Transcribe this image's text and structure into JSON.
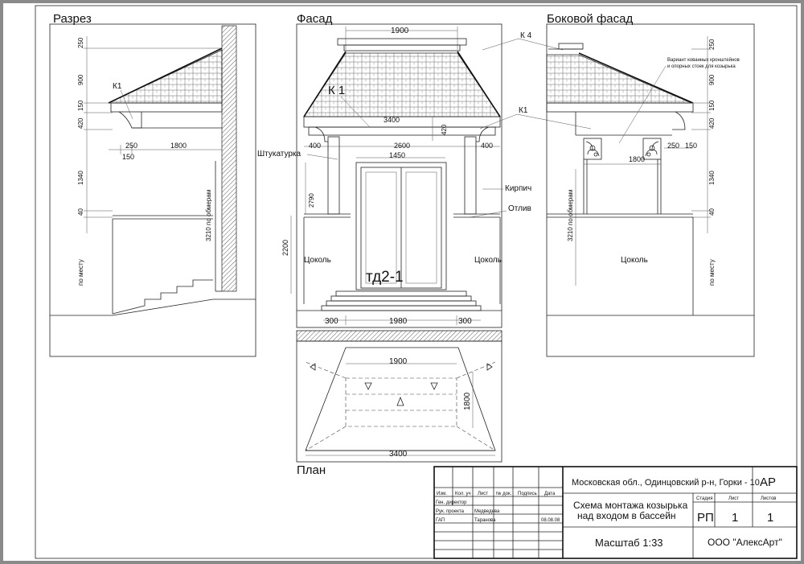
{
  "views": {
    "section_title": "Разрез",
    "facade_title": "Фасад",
    "side_title": "Боковой фасад",
    "plan_title": "План"
  },
  "labels": {
    "k1_section": "К1",
    "k1_facade": "К 1",
    "k1_leader": "К1",
    "k4": "К 4",
    "plaster": "Штукатурка",
    "brick": "Кирпич",
    "drip": "Отлив",
    "plinth": "Цоколь",
    "door_mark": "тд2-1",
    "side_note_1": "Вариант кованных кронштейнов",
    "side_note_2": "и опорных стоек для козырька",
    "by_place": "по месту",
    "by_measure": "3210 по обмерам"
  },
  "dimensions": {
    "section": {
      "h": [
        "250",
        "900",
        "150",
        "420",
        "1340",
        "40"
      ],
      "w": [
        "250",
        "1800"
      ],
      "w2": "150"
    },
    "facade": {
      "top": "1900",
      "roof_base": "3400",
      "v_420": "420",
      "row": [
        "400",
        "2600",
        "400"
      ],
      "door_w": "1450",
      "opening_h": "2790",
      "wall_h": "2200",
      "bottom": [
        "300",
        "1980",
        "300"
      ]
    },
    "side": {
      "h": [
        "250",
        "900",
        "150",
        "420",
        "1340",
        "40"
      ],
      "w": [
        "250",
        "150"
      ],
      "bracket_w": "1800"
    },
    "plan": {
      "top": "1900",
      "depth": "1800",
      "bottom": "3400"
    }
  },
  "title_block": {
    "address": "Московская обл., Одинцовский р-н, Горки - 10",
    "sheet_code": "АР",
    "title_line1": "Схема монтажа козырька",
    "title_line2": "над входом в бассейн",
    "scale": "Масштаб 1:33",
    "company": "ООО \"АлексАрт\"",
    "stage_hdr": "Стадия",
    "sheet_hdr": "Лист",
    "sheets_hdr": "Листов",
    "stage": "РП",
    "sheet": "1",
    "sheets": "1",
    "cols": [
      "Изм.",
      "Кол. уч",
      "Лист",
      "№ док.",
      "Подпись",
      "Дата"
    ],
    "roles": [
      "Ген. директор",
      "Рук. проекта",
      "ГАП"
    ],
    "people": [
      "",
      "Медведева",
      "Таранова"
    ],
    "date": "08.08.08"
  }
}
